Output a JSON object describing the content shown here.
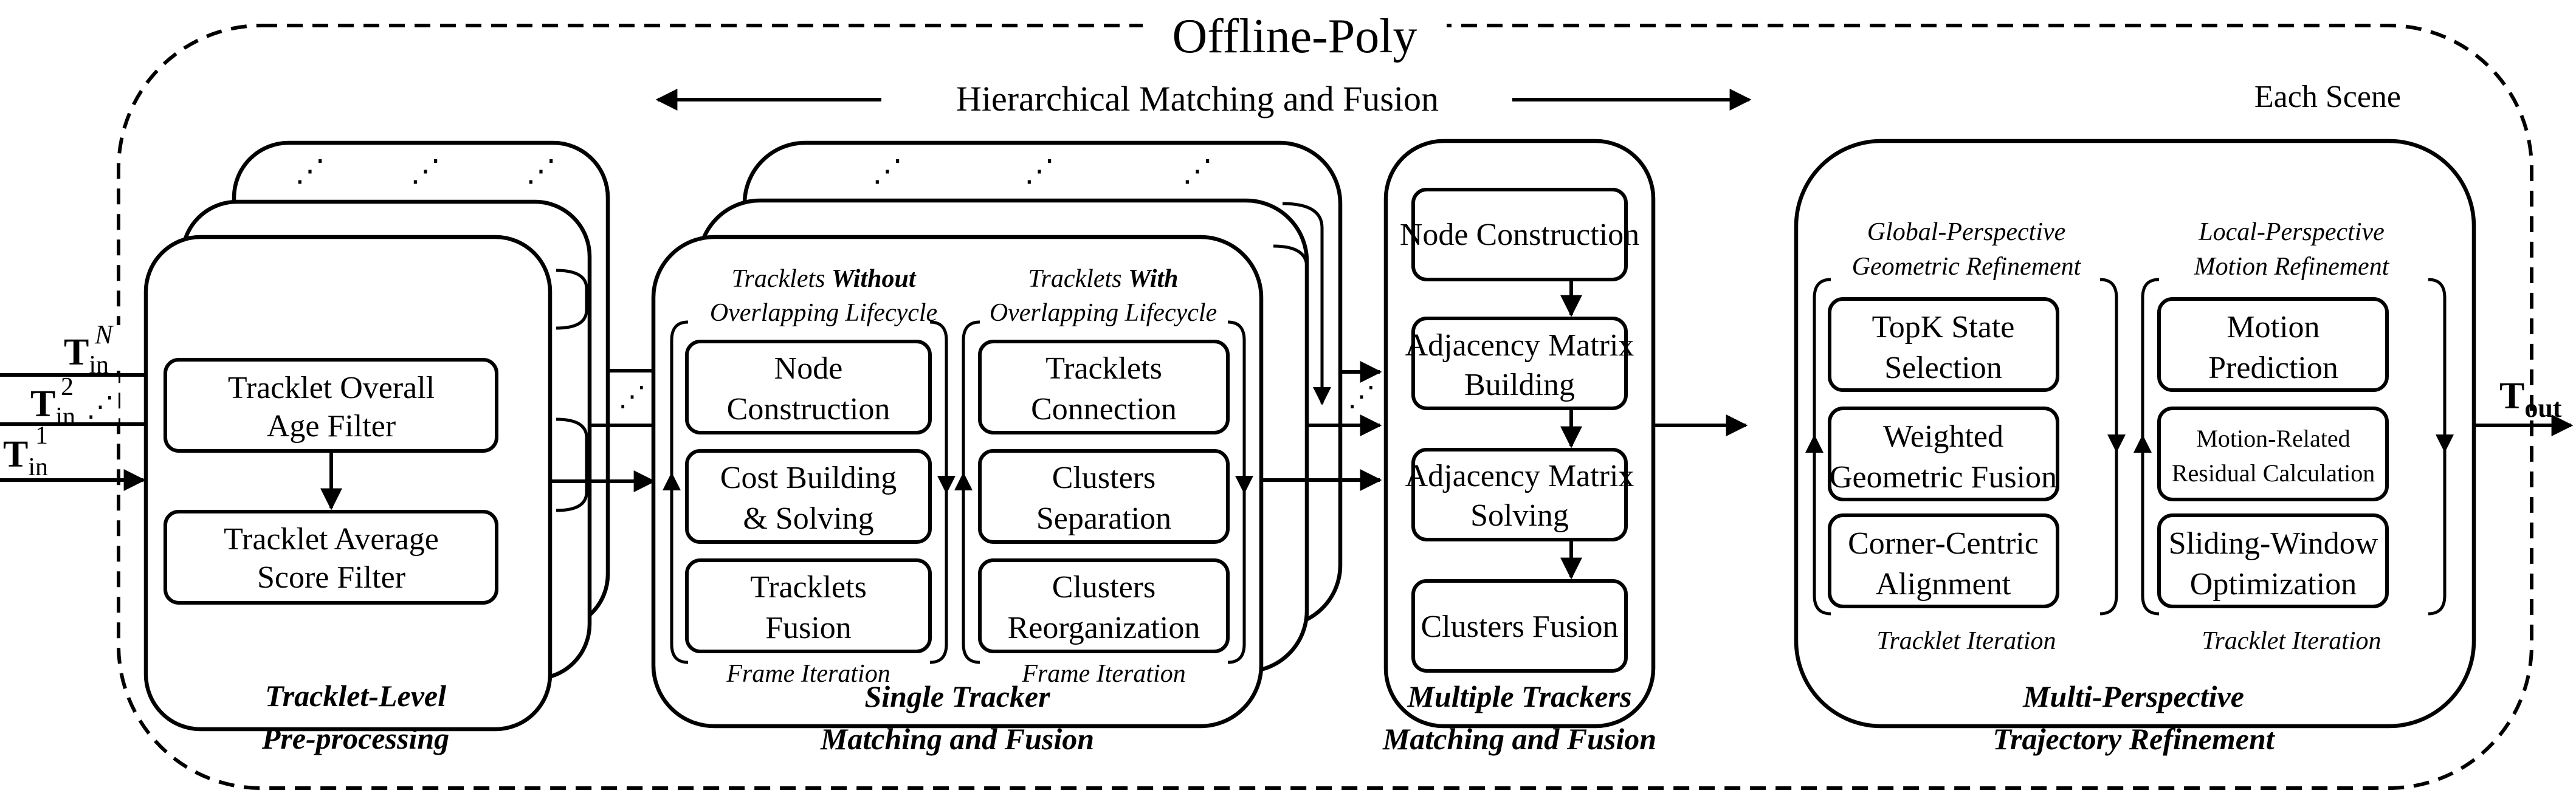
{
  "title": "Offline-Poly",
  "hierarchical_label": "Hierarchical Matching and Fusion",
  "scene_label": "Each Scene",
  "inputs": {
    "symbol": "T",
    "subscript": "in",
    "superscripts": [
      "N",
      "2",
      "1"
    ]
  },
  "output": {
    "symbol": "T",
    "subscript": "out"
  },
  "ellipsis": "⋰",
  "preprocessing": {
    "title_lines": [
      "Tracklet-Level",
      "Pre-processing"
    ],
    "boxes": [
      {
        "lines": [
          "Tracklet Overall",
          "Age Filter"
        ]
      },
      {
        "lines": [
          "Tracklet Average",
          "Score Filter"
        ]
      }
    ]
  },
  "single_tracker": {
    "title_lines": [
      "Single Tracker",
      "Matching and Fusion"
    ],
    "left_header": {
      "line1_plain": "Tracklets ",
      "line1_bold": "Without",
      "line2": "Overlapping Lifecycle"
    },
    "right_header": {
      "line1_plain": "Tracklets ",
      "line1_bold": "With",
      "line2": "Overlapping Lifecycle"
    },
    "left_boxes": [
      {
        "lines": [
          "Node",
          "Construction"
        ]
      },
      {
        "lines": [
          "Cost Building",
          "& Solving"
        ]
      },
      {
        "lines": [
          "Tracklets",
          "Fusion"
        ]
      }
    ],
    "right_boxes": [
      {
        "lines": [
          "Tracklets",
          "Connection"
        ]
      },
      {
        "lines": [
          "Clusters",
          "Separation"
        ]
      },
      {
        "lines": [
          "Clusters",
          "Reorganization"
        ]
      }
    ],
    "left_iteration": "Frame Iteration",
    "right_iteration": "Frame Iteration"
  },
  "multiple_trackers": {
    "title_lines": [
      "Multiple Trackers",
      "Matching and Fusion"
    ],
    "boxes": [
      {
        "lines": [
          "Node Construction"
        ]
      },
      {
        "lines": [
          "Adjacency Matrix",
          "Building"
        ]
      },
      {
        "lines": [
          "Adjacency Matrix",
          "Solving"
        ]
      },
      {
        "lines": [
          "Clusters Fusion"
        ]
      }
    ]
  },
  "refinement": {
    "title_lines": [
      "Multi-Perspective",
      "Trajectory Refinement"
    ],
    "left_header": [
      "Global-Perspective",
      "Geometric Refinement"
    ],
    "right_header": [
      "Local-Perspective",
      "Motion Refinement"
    ],
    "left_boxes": [
      {
        "lines": [
          "TopK State",
          "Selection"
        ]
      },
      {
        "lines": [
          "Weighted",
          "Geometric Fusion"
        ]
      },
      {
        "lines": [
          "Corner-Centric",
          "Alignment"
        ]
      }
    ],
    "right_boxes": [
      {
        "lines": [
          "Motion",
          "Prediction"
        ]
      },
      {
        "lines": [
          "Motion-Related",
          "Residual Calculation"
        ]
      },
      {
        "lines": [
          "Sliding-Window",
          "Optimization"
        ]
      }
    ],
    "left_iteration": "Tracklet Iteration",
    "right_iteration": "Tracklet Iteration"
  }
}
